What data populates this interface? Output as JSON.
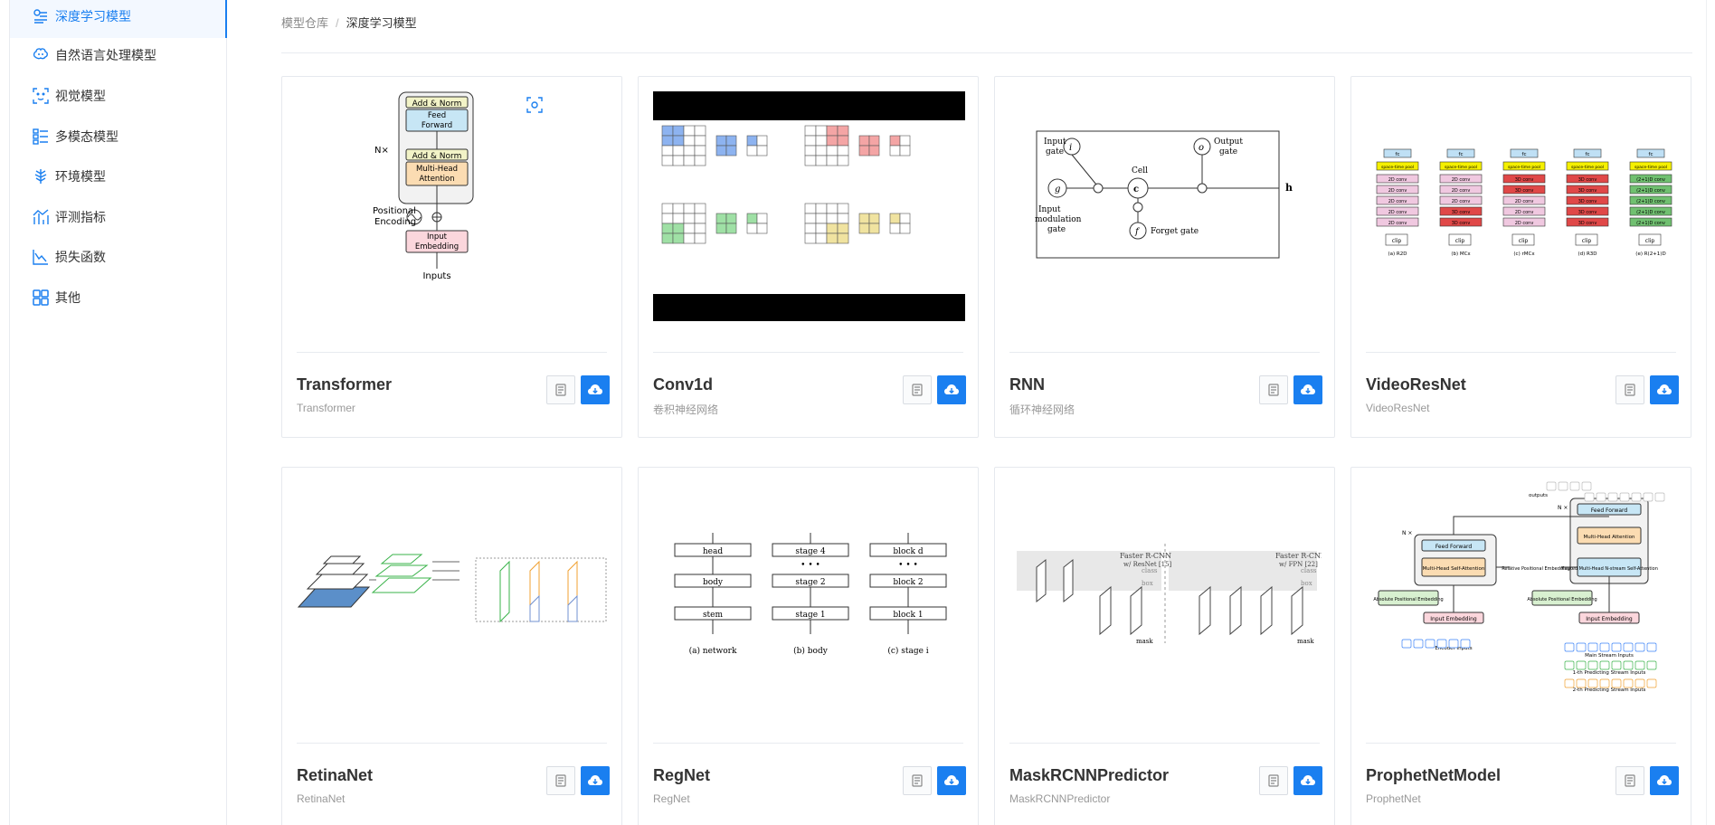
{
  "sidebar": {
    "items": [
      {
        "label": "深度学习模型",
        "icon": "deep-learning-icon",
        "active": true
      },
      {
        "label": "自然语言处理模型",
        "icon": "nlp-brain-icon",
        "active": false
      },
      {
        "label": "视觉模型",
        "icon": "face-scan-icon",
        "active": false
      },
      {
        "label": "多模态模型",
        "icon": "multimodal-icon",
        "active": false
      },
      {
        "label": "环境模型",
        "icon": "tree-icon",
        "active": false
      },
      {
        "label": "评测指标",
        "icon": "metrics-chart-icon",
        "active": false
      },
      {
        "label": "损失函数",
        "icon": "loss-chart-icon",
        "active": false
      },
      {
        "label": "其他",
        "icon": "grid-icon",
        "active": false
      }
    ]
  },
  "breadcrumb": {
    "root": "模型仓库",
    "separator": "/",
    "current": "深度学习模型"
  },
  "cards": [
    {
      "title": "Transformer",
      "subtitle": "Transformer",
      "diagram": "transformer-architecture",
      "labels": {
        "add_norm": "Add & Norm",
        "feed_forward_1": "Feed",
        "feed_forward_2": "Forward",
        "mha_1": "Multi-Head",
        "mha_2": "Attention",
        "nx": "N×",
        "pos_1": "Positional",
        "pos_2": "Encoding",
        "emb_1": "Input",
        "emb_2": "Embedding",
        "inputs": "Inputs"
      }
    },
    {
      "title": "Conv1d",
      "subtitle": "卷积神经网络",
      "diagram": "conv-grid"
    },
    {
      "title": "RNN",
      "subtitle": "循环神经网络",
      "diagram": "lstm-cell",
      "labels": {
        "input_gate": "Input",
        "gate": "gate",
        "output_gate": "Output",
        "cell": "Cell",
        "forget": "Forget gate",
        "input_mod_1": "Input",
        "input_mod_2": "modulation",
        "input_mod_3": "gate"
      }
    },
    {
      "title": "VideoResNet",
      "subtitle": "VideoResNet",
      "diagram": "video-resnet-variants",
      "labels": {
        "fc": "fc",
        "pool": "space-time pool",
        "clip": "clip",
        "conv2d": "2D conv",
        "conv3d": "3D conv",
        "conv21d": "(2+1)D conv",
        "cap_a": "(a) R2D",
        "cap_b": "(b) MCx",
        "cap_c": "(c) rMCx",
        "cap_d": "(d) R3D",
        "cap_e": "(e) R(2+1)D"
      }
    },
    {
      "title": "RetinaNet",
      "subtitle": "RetinaNet",
      "diagram": "retinanet-fpn"
    },
    {
      "title": "RegNet",
      "subtitle": "RegNet",
      "diagram": "regnet-stages",
      "labels": {
        "a": "(a) network",
        "b": "(b) body",
        "c": "(c) stage i",
        "head": "head",
        "body": "body",
        "stem": "stem",
        "stage4": "stage 4",
        "stage2": "stage 2",
        "stage1": "stage 1",
        "blockd": "block d",
        "block2": "block 2",
        "block1": "block 1"
      }
    },
    {
      "title": "MaskRCNNPredictor",
      "subtitle": "MaskRCNNPredictor",
      "diagram": "mask-rcnn-heads",
      "labels": {
        "left": "Faster R-CNN",
        "left2": "w/ ResNet [15]",
        "right": "Faster R-CNN",
        "right2": "w/ FPN [22]",
        "class": "class",
        "box": "box",
        "mask": "mask"
      }
    },
    {
      "title": "ProphetNetModel",
      "subtitle": "ProphetNet",
      "diagram": "prophetnet-architecture",
      "labels": {
        "ff": "Feed Forward",
        "mhsa": "Multi-Head Self-Attention",
        "mha": "Multi-Head Attention",
        "mmha": "Masked Multi-Head N-stream Self-Attention",
        "relpos": "Relative Positional Embedding",
        "abspos": "Absolute Positional Embedding",
        "inemb": "Input Embedding",
        "enc": "Encoder Inputs",
        "main": "Main Stream Inputs",
        "s1": "1-th Predicting Stream Inputs",
        "s2": "2-th Predicting Stream Inputs",
        "outputs": "outputs",
        "nx": "N ×"
      }
    }
  ],
  "colors": {
    "accent": "#1a7ff0"
  }
}
